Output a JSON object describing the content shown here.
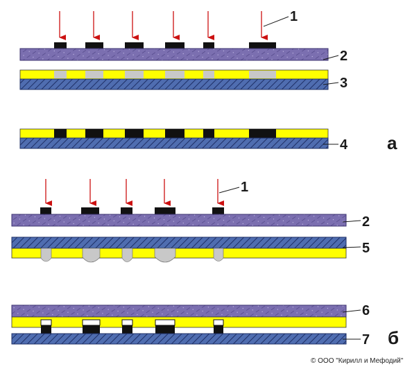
{
  "labels": {
    "a1": "1",
    "a2": "2",
    "a3": "3",
    "a4": "4",
    "a_letter": "а",
    "b1": "1",
    "b2": "2",
    "b5": "5",
    "b6": "6",
    "b7": "7",
    "b_letter": "б"
  },
  "copyright": "© ООО \"Кирилл и Мефодий\"",
  "colors": {
    "mask": "#7b6fb0",
    "photoresist": "#ffff00",
    "substrate": "#4f6db0",
    "opaque": "#111111",
    "exposed": "#c8c8c8",
    "arrow": "#cc1111",
    "leader": "#1a1a1a"
  }
}
